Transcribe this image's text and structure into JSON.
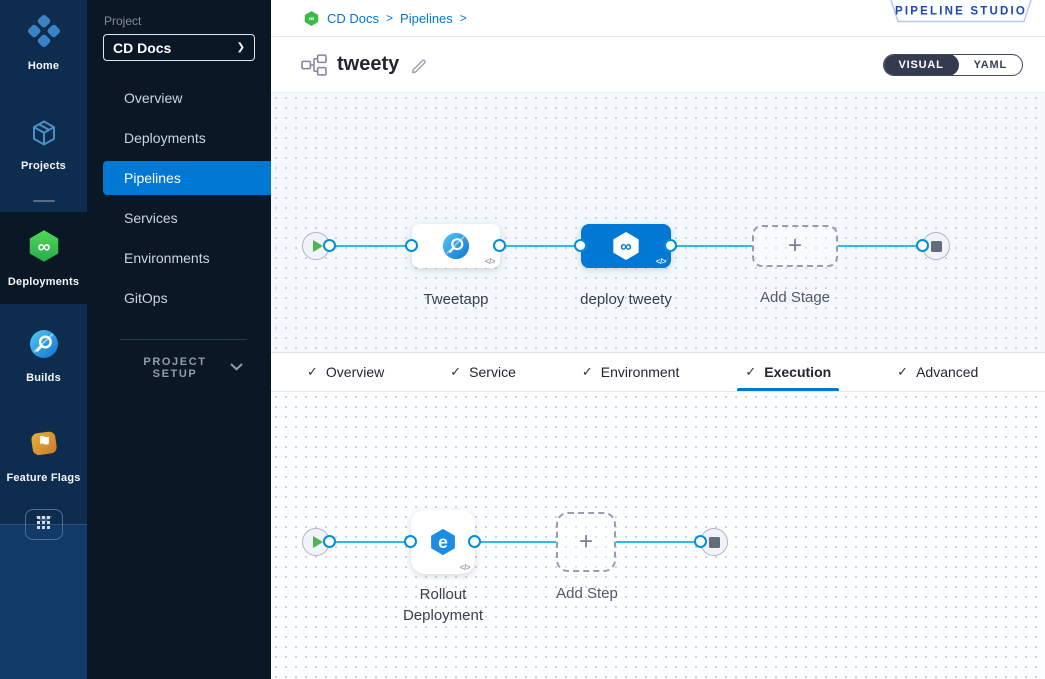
{
  "glyphs": {
    "infinity": "∞",
    "check": "✓",
    "chevron_right": "❯",
    "breadcrumb_sep": ">",
    "plus": "+",
    "code": "</>",
    "rollout_e": "e"
  },
  "rail": {
    "items": [
      {
        "label": "Home",
        "icon": "home-icon"
      },
      {
        "label": "Projects",
        "icon": "projects-icon"
      },
      {
        "label": "Deployments",
        "icon": "deployments-icon",
        "selected": true
      },
      {
        "label": "Builds",
        "icon": "builds-icon"
      },
      {
        "label": "Feature Flags",
        "icon": "feature-flags-icon"
      }
    ]
  },
  "sidenav": {
    "project_label": "Project",
    "project_name": "CD Docs",
    "items": [
      "Overview",
      "Deployments",
      "Pipelines",
      "Services",
      "Environments",
      "GitOps"
    ],
    "selected_item": "Pipelines",
    "setup_label": "PROJECT SETUP"
  },
  "header": {
    "breadcrumb": {
      "project": "CD Docs",
      "section": "Pipelines"
    },
    "badge": "PIPELINE STUDIO",
    "pipeline_name": "tweety",
    "toggle": {
      "visual": "VISUAL",
      "yaml": "YAML"
    }
  },
  "stage_canvas": {
    "stages": [
      {
        "name": "Tweetapp",
        "type": "build"
      },
      {
        "name": "deploy tweety",
        "type": "deploy",
        "selected": true
      }
    ],
    "add_label": "Add Stage"
  },
  "tabs": {
    "items": [
      {
        "label": "Overview"
      },
      {
        "label": "Service"
      },
      {
        "label": "Environment"
      },
      {
        "label": "Execution",
        "active": true
      },
      {
        "label": "Advanced"
      }
    ]
  },
  "execution_canvas": {
    "steps": [
      {
        "name": "Rollout Deployment",
        "type": "rollout"
      }
    ],
    "add_label": "Add Step"
  },
  "colors": {
    "accent_blue": "#0278d5",
    "connector_blue": "#35b7e9",
    "success_green": "#4fb454",
    "rail_bg": "#0d2c4e",
    "sidenav_bg": "#0a1724",
    "badge_text": "#1c47bb"
  }
}
